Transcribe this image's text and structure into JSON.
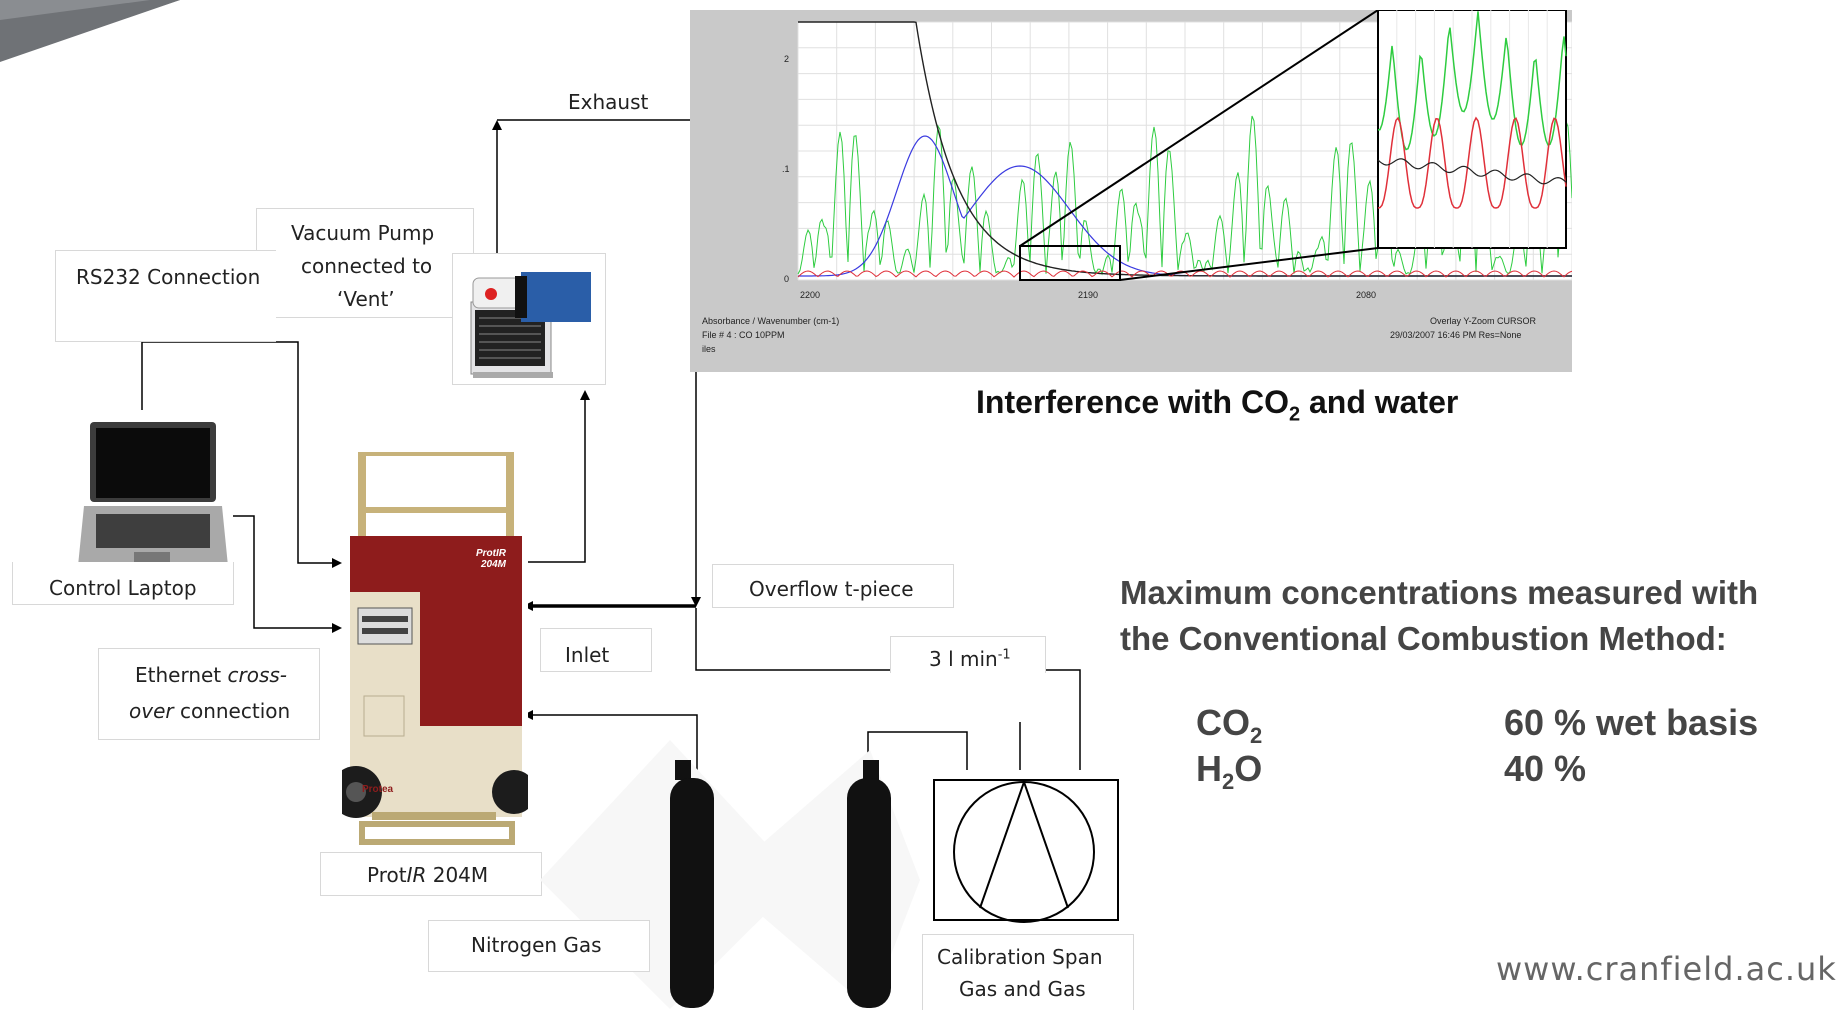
{
  "labels": {
    "exhaust": "Exhaust",
    "vacuum_line1": "Vacuum Pump",
    "vacuum_line2": "connected to",
    "vacuum_line3": "‘Vent’",
    "rs232": "RS232 Connection",
    "control_laptop": "Control Laptop",
    "ethernet_line1": "Ethernet ",
    "ethernet_line1_em": "cross-",
    "ethernet_line2_em": "over",
    "ethernet_line2": " connection",
    "overflow": "Overflow t-piece",
    "flow_value": "3 l min",
    "flow_sup": "-1",
    "inlet": "Inlet",
    "protir_pre": "Prot",
    "protir_em": "IR",
    "protir_post": " 204M",
    "nitrogen": "Nitrogen Gas",
    "calib_line1": "Calibration Span",
    "calib_line2": "Gas and Gas"
  },
  "device": {
    "badge_line1": "ProtIR",
    "badge_line2": "204M",
    "brand": "Protea"
  },
  "spectrum_panel": {
    "y_ticks": [
      "2",
      ".1",
      "0"
    ],
    "x_ticks": [
      "2200",
      "2190",
      "2080"
    ],
    "footer_left_1": "Absorbance / Wavenumber (cm-1)",
    "footer_left_2": "File # 4 : CO 10PPM",
    "footer_left_3": "iles",
    "footer_right_1": "Overlay Y-Zoom CURSOR",
    "footer_right_2": "29/03/2007  16:46 PM  Res=None"
  },
  "captions": {
    "interference_pre": "Interference with CO",
    "interference_sub": "2",
    "interference_post": " and water"
  },
  "concentrations": {
    "heading_line1": "Maximum concentrations measured with",
    "heading_line2": "the Conventional Combustion Method:",
    "rows": [
      {
        "species": "CO",
        "sub": "2",
        "value": "60 %  wet basis"
      },
      {
        "species": "H",
        "sub": "2",
        "species_tail": "O",
        "value": "40 %"
      }
    ]
  },
  "footer": {
    "url": "www.cranfield.ac.uk"
  },
  "colors": {
    "chassis_red": "#8e1c1c",
    "chassis_beige": "#e8dfc8",
    "series_green": "#2ecc40",
    "series_red": "#e0303a",
    "series_blue": "#3a3ae0",
    "series_black": "#222222",
    "panel_grey": "#c9c9c9"
  },
  "chart_data": {
    "type": "line",
    "x_ticks": [
      "2200",
      "2190",
      "2080"
    ],
    "y_ticks": [
      "2",
      ".1",
      "0"
    ],
    "xlabel": "Absorbance / Wavenumber (cm-1)",
    "series_colors": [
      "#2ecc40",
      "#e0303a",
      "#3a3ae0",
      "#222222"
    ],
    "grid": true
  }
}
